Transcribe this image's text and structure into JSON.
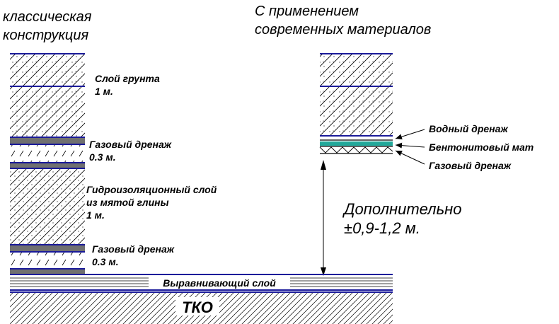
{
  "headings": {
    "left_line1": "классическая",
    "left_line2": "конструкция",
    "right_line1": "С применением",
    "right_line2": "современных материалов"
  },
  "left_labels": {
    "soil_line1": "Слой грунта",
    "soil_line2": "1 м.",
    "gas1_line1": "Газовый дренаж",
    "gas1_line2": "0.3 м.",
    "clay_line1": "Гидроизоляционный слой",
    "clay_line2": "из мятой глины",
    "clay_line3": "1 м.",
    "gas2_line1": "Газовый дренаж",
    "gas2_line2": "0.3 м."
  },
  "right_labels": {
    "water_drain": "Водный дренаж",
    "bentonite_mat": "Бентонитовый мат",
    "gas_drain": "Газовый дренаж"
  },
  "extra": {
    "line1": "Дополнительно",
    "line2": "±0,9-1,2 м."
  },
  "bottom": {
    "leveling_layer": "Выравнивающий слой",
    "waste": "ТКО"
  },
  "colors": {
    "layer_line": "#1a1a9a",
    "gas_band": "#707070",
    "bentonite": "#22a89a"
  }
}
